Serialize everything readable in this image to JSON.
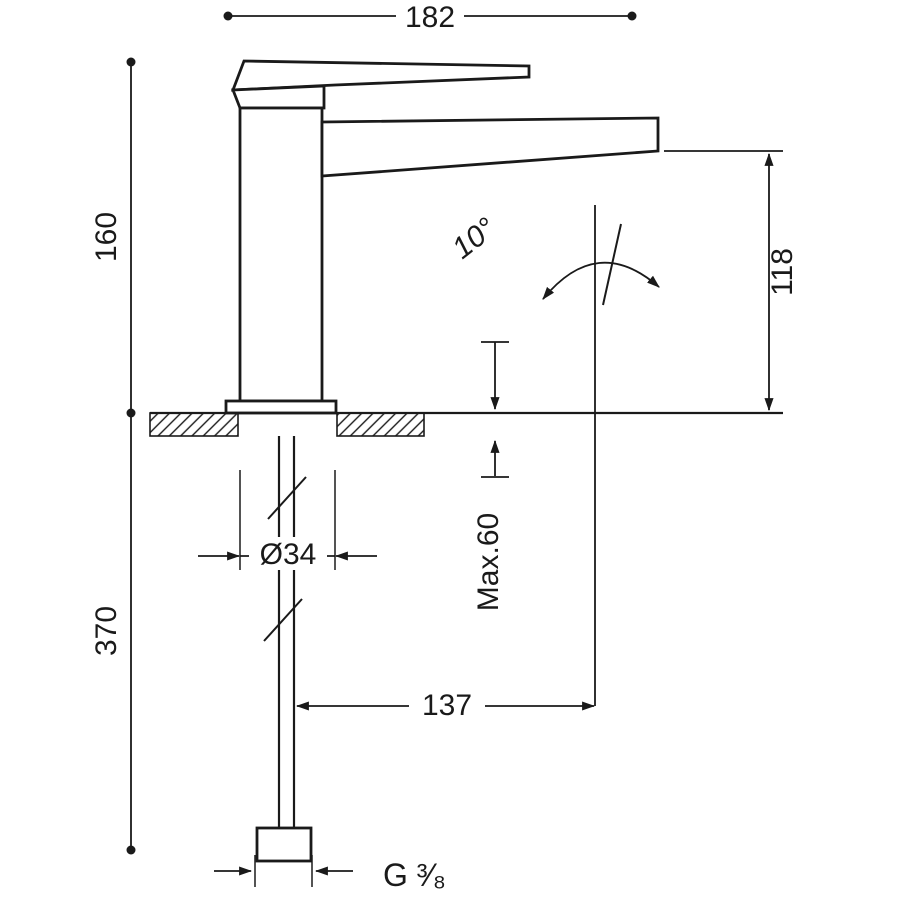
{
  "dims": {
    "overall_width": "182",
    "height_above_deck": "160",
    "height_below_deck": "370",
    "spout_height": "118",
    "angle": "10°",
    "max_deck_thickness": "Max.60",
    "base_diameter": "Ø34",
    "spout_reach": "137",
    "thread": "G ³⁄₈"
  },
  "colors": {
    "line": "#1a1a1a",
    "background": "#ffffff"
  }
}
